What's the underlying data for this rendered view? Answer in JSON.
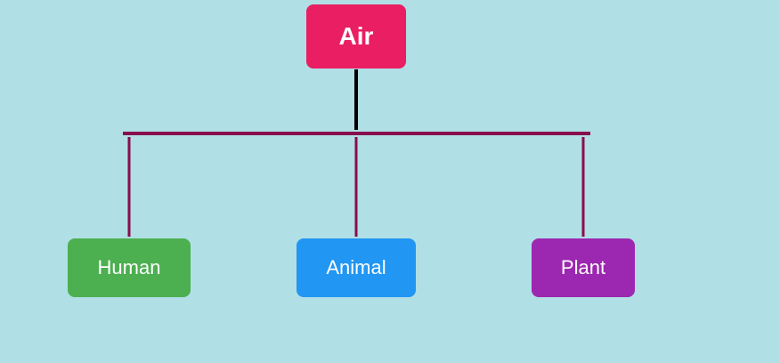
{
  "diagram": {
    "root": {
      "label": "Air",
      "color": "#e91e63"
    },
    "children": [
      {
        "label": "Human",
        "color": "#4caf50"
      },
      {
        "label": "Animal",
        "color": "#2196f3"
      },
      {
        "label": "Plant",
        "color": "#9c27b0"
      }
    ],
    "background_color": "#b0dfe5",
    "trunk_color": "#000000",
    "branch_color": "#880e4f"
  }
}
